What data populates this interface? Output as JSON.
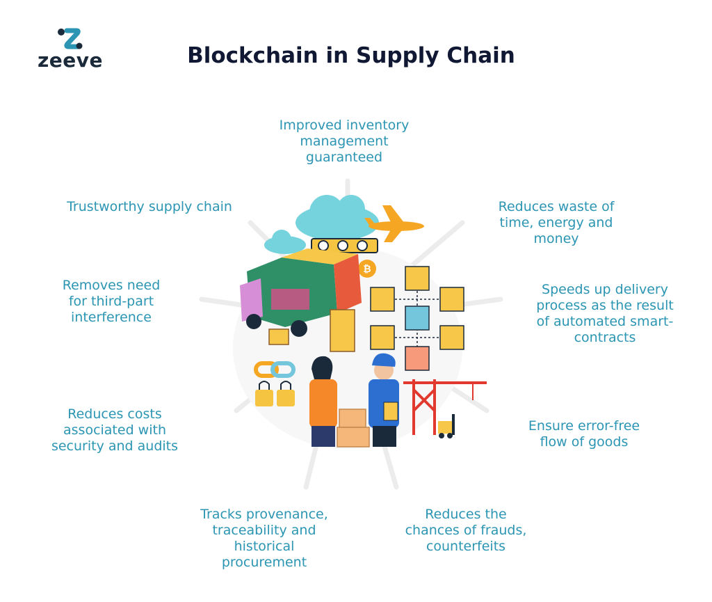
{
  "brand": {
    "name": "zeeve",
    "colors": {
      "dot": "#1b2a3a",
      "accent": "#2b95b3"
    }
  },
  "title": "Blockchain in Supply Chain",
  "benefits": [
    {
      "id": "inventory",
      "lines": [
        "Improved inventory",
        "management",
        "guaranteed"
      ]
    },
    {
      "id": "trustworthy",
      "lines": [
        "Trustworthy supply chain"
      ]
    },
    {
      "id": "waste",
      "lines": [
        "Reduces waste of",
        "time, energy and",
        "money"
      ]
    },
    {
      "id": "third-party",
      "lines": [
        "Removes need",
        "for third-part",
        "interference"
      ]
    },
    {
      "id": "delivery",
      "lines": [
        "Speeds up delivery",
        "process as the result",
        "of automated smart-",
        "contracts"
      ]
    },
    {
      "id": "costs",
      "lines": [
        "Reduces costs",
        "associated with",
        "security and audits"
      ]
    },
    {
      "id": "error-free",
      "lines": [
        "Ensure error-free",
        "flow of goods"
      ]
    },
    {
      "id": "provenance",
      "lines": [
        "Tracks provenance,",
        "traceability and",
        "historical",
        "procurement"
      ]
    },
    {
      "id": "frauds",
      "lines": [
        "Reduces the",
        "chances of frauds,",
        "counterfeits"
      ]
    }
  ],
  "illustration": {
    "elements": [
      "cloud-icon",
      "airplane-icon",
      "checkmark-chain-icon",
      "bitcoin-icon",
      "truck-icon",
      "blockchain-cubes-icon",
      "chain-link-icon",
      "padlock-icon",
      "people-icon",
      "crane-icon",
      "forklift-icon",
      "boxes-icon"
    ]
  }
}
